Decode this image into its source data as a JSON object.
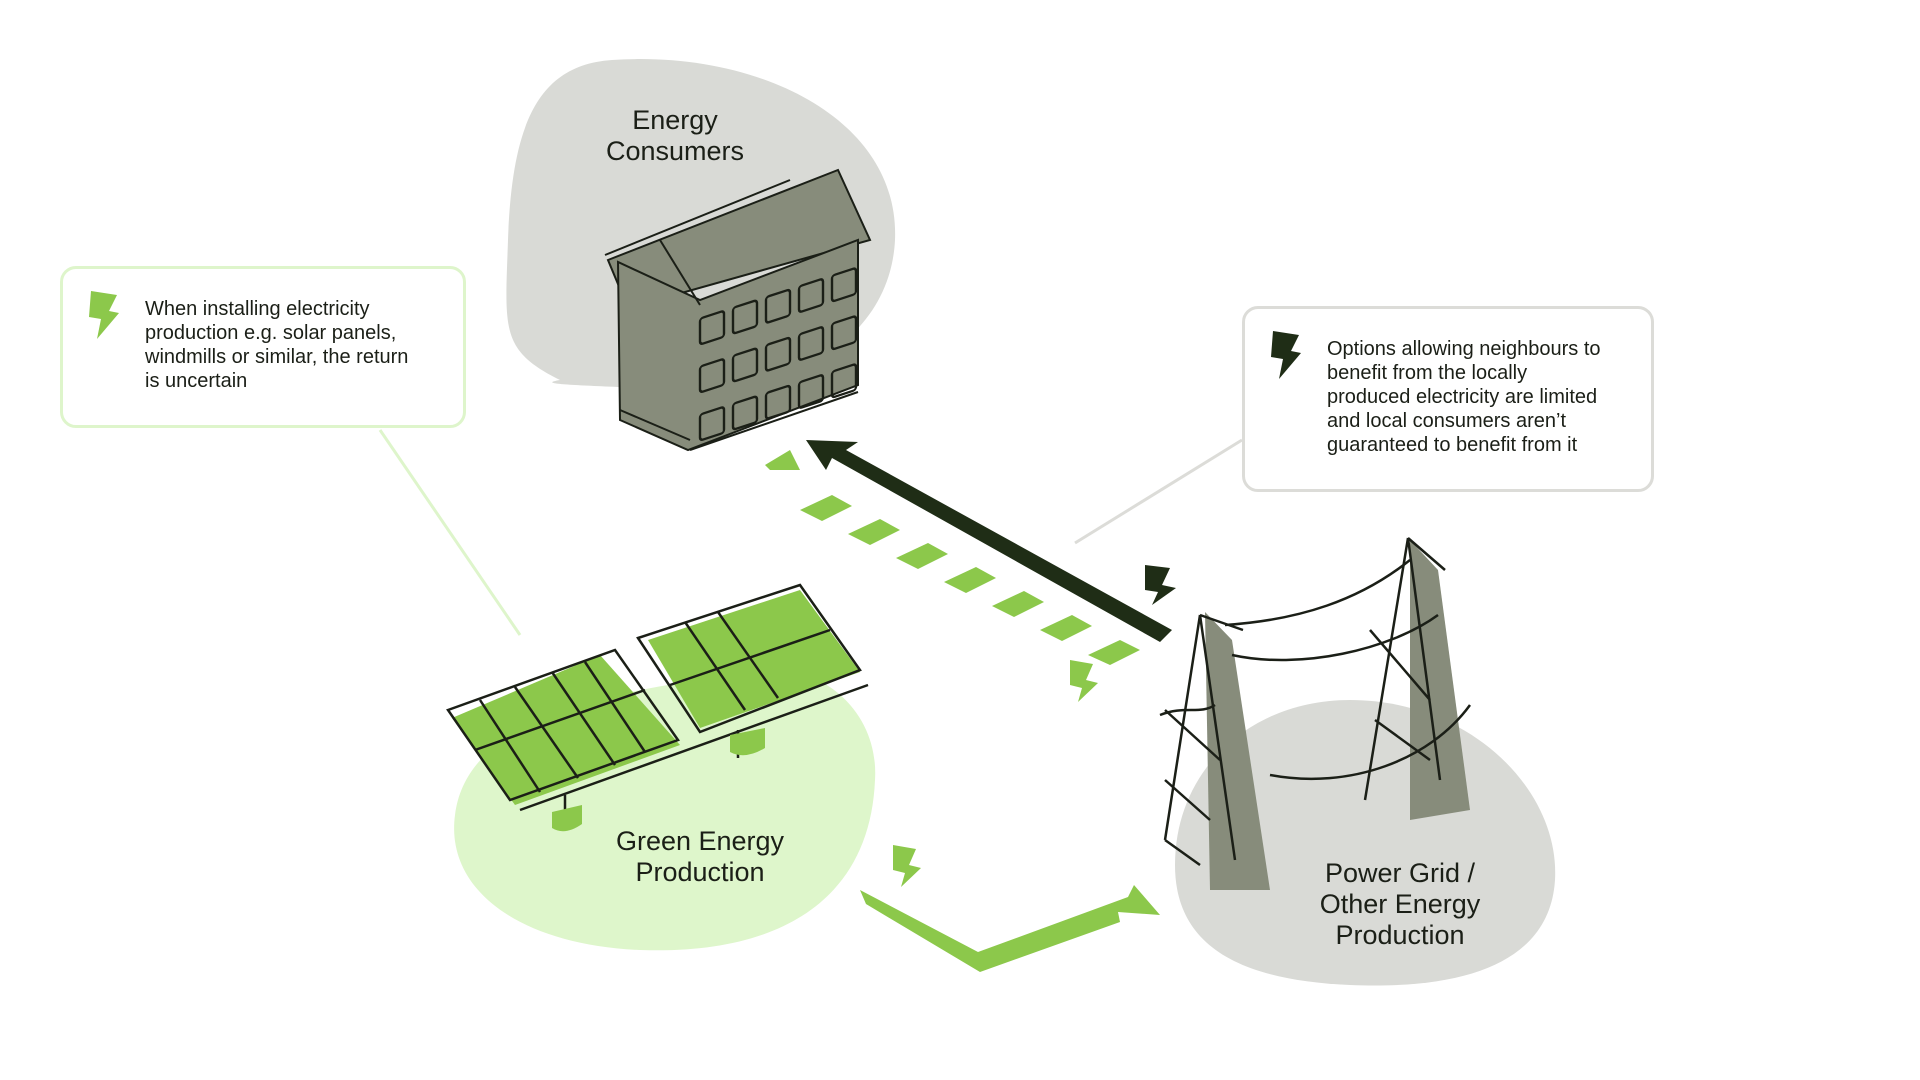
{
  "nodes": {
    "consumers": {
      "label_lines": [
        "Energy",
        "Consumers"
      ]
    },
    "green": {
      "label_lines": [
        "Green Energy",
        "Production"
      ]
    },
    "grid": {
      "label_lines": [
        "Power Grid /",
        "Other Energy",
        "Production"
      ]
    }
  },
  "callouts": {
    "left": {
      "text_lines": [
        "When installing electricity",
        "production e.g. solar panels,",
        "windmills or similar, the return",
        "is uncertain"
      ],
      "icon": "lightning-bolt-icon",
      "icon_color": "#8cc84b"
    },
    "right": {
      "text_lines": [
        "Options allowing neighbours to",
        "benefit from the locally",
        "produced electricity are limited",
        "and local consumers aren’t",
        "guaranteed to benefit from it"
      ],
      "icon": "lightning-bolt-icon",
      "icon_color": "#1f2d16"
    }
  },
  "colors": {
    "green_accent": "#8cc84b",
    "light_green_blob": "#def6cb",
    "gray_blob": "#d9dad6",
    "building_gray": "#878c7b",
    "dark_arrow": "#1f2d16",
    "outline": "#1b1f17"
  },
  "icons": [
    "apartment-building-icon",
    "solar-panel-icon",
    "power-pylon-icon",
    "lightning-bolt-icon",
    "arrow-icon"
  ]
}
